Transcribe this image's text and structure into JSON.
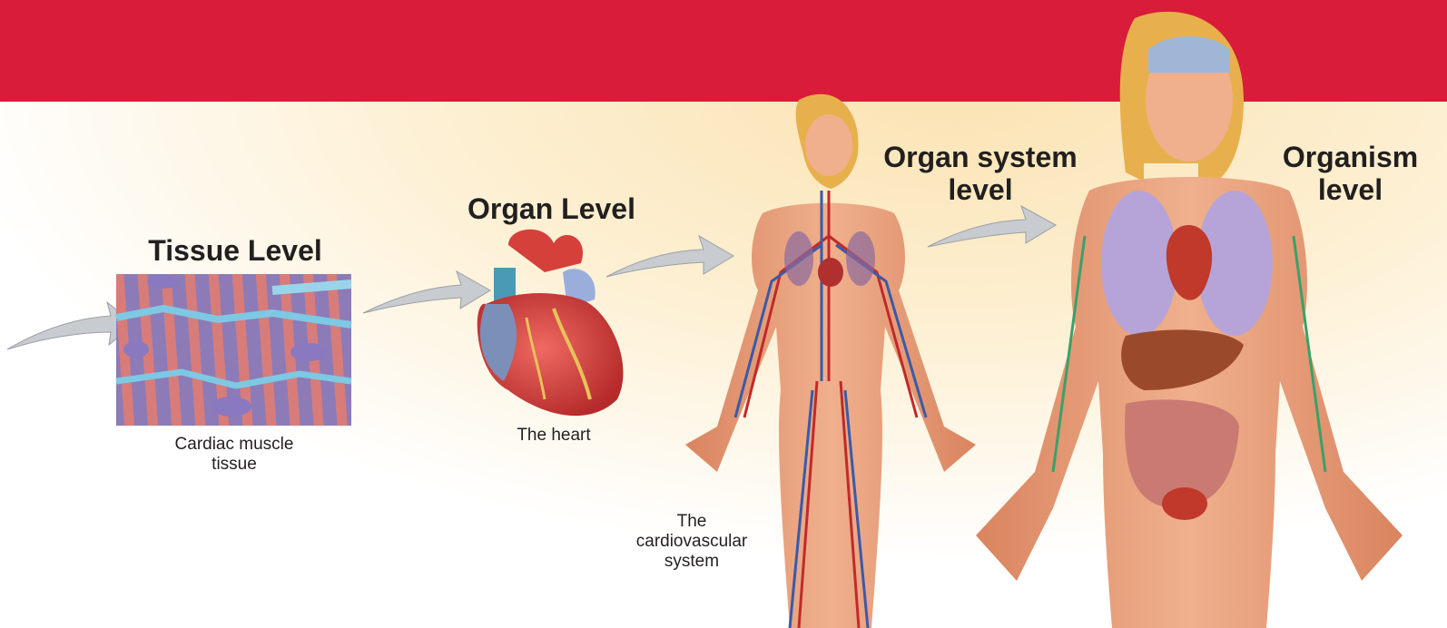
{
  "levels": {
    "tissue": {
      "title": "Tissue Level",
      "caption_line1": "Cardiac muscle",
      "caption_line2": "tissue"
    },
    "organ": {
      "title": "Organ Level",
      "caption": "The heart"
    },
    "organ_system": {
      "title_line1": "Organ system",
      "title_line2": "level",
      "caption_line1": "The",
      "caption_line2": "cardiovascular",
      "caption_line3": "system"
    },
    "organism": {
      "title_line1": "Organism",
      "title_line2": "level"
    }
  },
  "colors": {
    "header_band": "#d91c3a",
    "title_text": "#221f1f",
    "arrow_fill": "#c8ccd0"
  }
}
